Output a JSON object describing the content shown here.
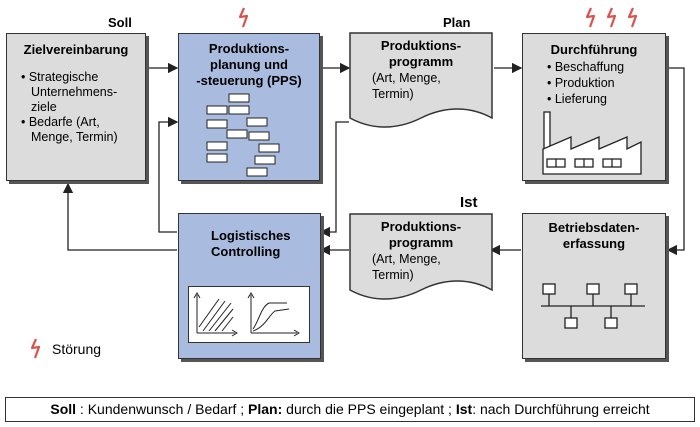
{
  "labels": {
    "soll": "Soll",
    "plan": "Plan",
    "ist": "Ist"
  },
  "boxes": {
    "zielvereinbarung": {
      "title": "Zielvereinbarung",
      "bullets": [
        "• Strategische",
        "Unternehmens-",
        "ziele",
        "• Bedarfe (Art,",
        "Menge, Termin)"
      ]
    },
    "pps": {
      "title_lines": [
        "Produktions-",
        "planung und",
        "-steuerung (PPS)"
      ]
    },
    "programm_plan": {
      "title_lines": [
        "Produktions-",
        "programm"
      ],
      "text_lines": [
        "(Art, Menge,",
        "Termin)"
      ]
    },
    "durchfuehrung": {
      "title": "Durchführung",
      "bullets": [
        "• Beschaffung",
        "• Produktion",
        "• Lieferung"
      ]
    },
    "betriebsdaten": {
      "title_lines": [
        "Betriebsdaten-",
        "erfassung"
      ]
    },
    "programm_ist": {
      "title_lines": [
        "Produktions-",
        "programm"
      ],
      "text_lines": [
        "(Art, Menge,",
        "Termin)"
      ]
    },
    "controlling": {
      "title_lines": [
        "Logistisches",
        "Controlling"
      ]
    }
  },
  "legend": {
    "stoerung": "Störung"
  },
  "footer": {
    "soll_term": "Soll",
    "soll_desc": " : Kundenwunsch / Bedarf ; ",
    "plan_term": "Plan:",
    "plan_desc": " durch die PPS eingeplant ; ",
    "ist_term": "Ist",
    "ist_desc": ": nach Durchführung erreicht"
  },
  "colors": {
    "grey_box": "#dcdcdc",
    "blue_box": "#a9bcdf",
    "disturbance_red": "#d9534f"
  },
  "icons": [
    "lightning-bolt-icon",
    "factory-icon",
    "network-icon",
    "gantt-icon",
    "controlling-chart-icon"
  ]
}
